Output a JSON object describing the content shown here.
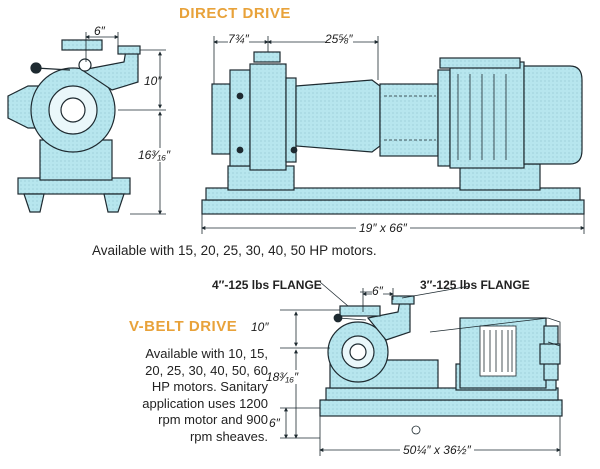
{
  "direct_drive": {
    "title": "DIRECT DRIVE",
    "dim_flange_offset": "6″",
    "dim_height_top": "10″",
    "dim_height_total": "16³⁄₁₆″",
    "dim_pump_length": "7¾″",
    "dim_motor_length": "25⅝″",
    "dim_base": "19″ x 66″",
    "caption": "Available with 15, 20, 25, 30, 40, 50 HP motors."
  },
  "vbelt_drive": {
    "title": "V-BELT DRIVE",
    "flange_left": "4″-125 lbs FLANGE",
    "flange_right": "3″-125 lbs FLANGE",
    "dim_flange_offset": "6″",
    "dim_height_top": "10″",
    "dim_height_total": "18³⁄₁₆″",
    "dim_base_height": "6″",
    "dim_base": "50¼″ x 36½″",
    "caption_lines": [
      "Available with 10, 15,",
      "20, 25, 30, 40, 50, 60",
      "HP motors. Sanitary",
      "application uses 1200",
      "rpm motor and 900",
      "rpm sheaves."
    ]
  },
  "colors": {
    "pump_fill": "#b7e6ee",
    "outline": "#1e2a30",
    "title": "#e8a23a"
  }
}
